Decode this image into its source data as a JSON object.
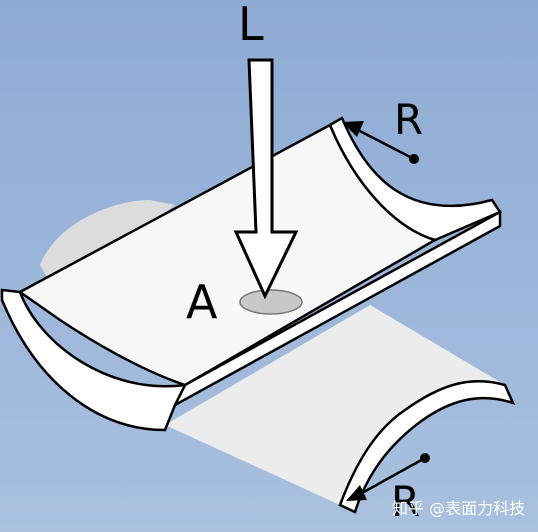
{
  "diagram": {
    "labels": {
      "load": "L",
      "radius_top": "R",
      "contact_area": "A",
      "radius_bottom": "R"
    },
    "colors": {
      "background_top": "#8eabd4",
      "background_bottom": "#a9c0df",
      "surface": "#ffffff",
      "shadow_surface": "#dcdcdc",
      "contact_area": "#c8c8c8",
      "outline": "#000000"
    }
  },
  "watermark": {
    "text": "知乎 @表面力科技"
  }
}
